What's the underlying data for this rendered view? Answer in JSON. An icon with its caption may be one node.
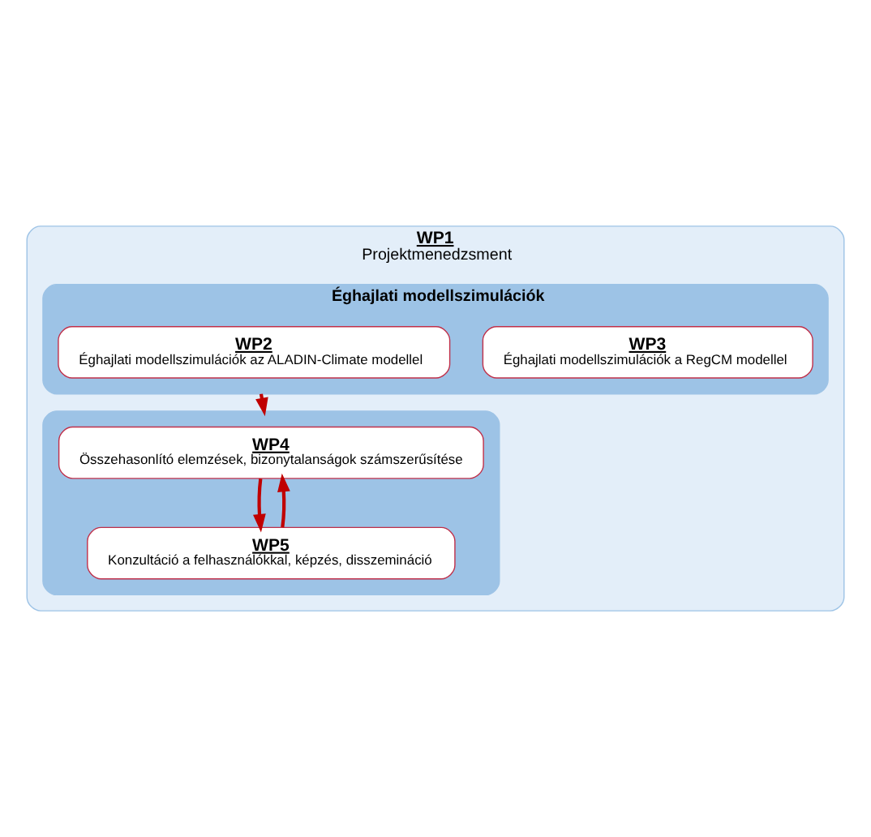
{
  "diagram": {
    "nodes": [
      {
        "text": [
          "WP1",
          "Projektmenedzsment"
        ]
      },
      {
        "text": [
          "Éghajlati modellszimulációk"
        ],
        "in": 0
      },
      {
        "text": [
          "WP2",
          "Éghajlati modellszimulációk az ALADIN-Climate modellel"
        ],
        "in": 1
      },
      {
        "text": [
          "WP3",
          "Éghajlati modellszimulációk a RegCM modellel"
        ],
        "in": 1
      },
      {
        "text": [],
        "shape": "box",
        "in": 0
      },
      {
        "text": [
          "WP4",
          "Összehasonlító elemzések, bizonytalanságok számszerűsítése"
        ],
        "in": 4
      },
      {
        "text": [
          "WP5",
          "Konzultáció a felhasználókkal, képzés, disszemináció"
        ],
        "in": 4
      }
    ],
    "edges": [
      {
        "from": 1,
        "to": 4,
        "arrow": "to",
        "color": "#c00000"
      },
      {
        "from": 5,
        "to": 6,
        "arrow": "to",
        "color": "#c00000"
      },
      {
        "from": 6,
        "to": 5,
        "arrow": "to",
        "color": "#c00000"
      }
    ]
  }
}
